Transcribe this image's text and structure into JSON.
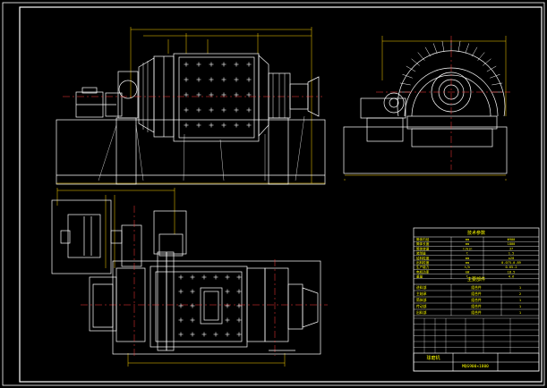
{
  "drawing": {
    "background": "#000000",
    "frame_color": "#ffffff",
    "line_color": "#ffffff",
    "dim_color": "#ffd400",
    "center_color": "#ff3b3b",
    "table_line_color": "#ffffff",
    "table_text_color": "#ffff00",
    "views": [
      {
        "id": "front-elevation"
      },
      {
        "id": "side-elevation"
      },
      {
        "id": "plan-view"
      }
    ],
    "title_block": {
      "table_title": "技术参数",
      "rows": [
        [
          "筒体内径",
          "mm",
          "Φ900"
        ],
        [
          "筒体长度",
          "mm",
          "1800"
        ],
        [
          "筒体转速",
          "r/min",
          "37"
        ],
        [
          "装球量",
          "t",
          "1.5"
        ],
        [
          "给料粒度",
          "mm",
          "≤20"
        ],
        [
          "出料粒度",
          "mm",
          "0.075-0.89"
        ],
        [
          "生产能力",
          "t/h",
          "0.65-2"
        ],
        [
          "电机功率",
          "kW",
          "18.5"
        ],
        [
          "重量",
          "t",
          "4.6"
        ]
      ],
      "parts_header": "主要部件",
      "parts_rows": [
        [
          "进料部",
          "组合件",
          "1"
        ],
        [
          "主轴承",
          "组合件",
          "2"
        ],
        [
          "筒体部",
          "组合件",
          "1"
        ],
        [
          "传动部",
          "组合件",
          "1"
        ],
        [
          "出料部",
          "组合件",
          "1"
        ]
      ],
      "drawing_name": "球磨机",
      "drawing_code": "MQG900×1800"
    }
  }
}
